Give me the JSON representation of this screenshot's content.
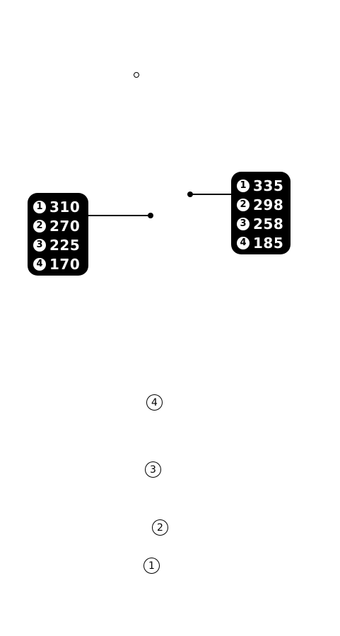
{
  "left_callout": {
    "rows": [
      {
        "badge": "1",
        "value": "310"
      },
      {
        "badge": "2",
        "value": "270"
      },
      {
        "badge": "3",
        "value": "225"
      },
      {
        "badge": "4",
        "value": "170"
      }
    ]
  },
  "right_callout": {
    "rows": [
      {
        "badge": "1",
        "value": "335"
      },
      {
        "badge": "2",
        "value": "298"
      },
      {
        "badge": "3",
        "value": "258"
      },
      {
        "badge": "4",
        "value": "185"
      }
    ]
  },
  "markers": [
    {
      "label": "4"
    },
    {
      "label": "3"
    },
    {
      "label": "2"
    },
    {
      "label": "1"
    }
  ],
  "colors": {
    "background": "#ffffff",
    "ink": "#000000"
  }
}
